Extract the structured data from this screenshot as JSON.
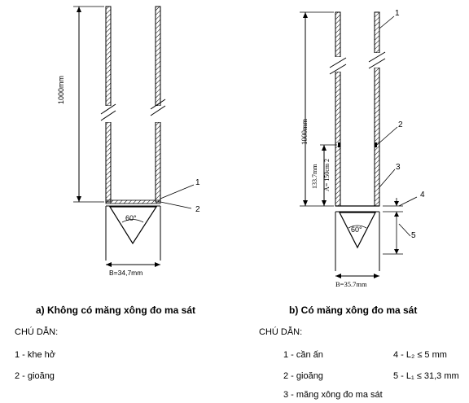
{
  "fig_a": {
    "length_dim": "1000mm",
    "angle": "60°",
    "width_dim": "B=34,7mm",
    "callouts": [
      "1",
      "2"
    ],
    "caption": "a) Không có măng xông đo ma sát",
    "legend_title": "CHÚ DẪN:",
    "legend_items": [
      "1 - khe hở",
      "2 - gioăng"
    ]
  },
  "fig_b": {
    "length_dim": "1000mm",
    "inner_dim_1": "133.7mm",
    "inner_dim_2": "A= 150cm 2",
    "angle": "60°",
    "width_dim": "B=35.7mm",
    "callouts": [
      "1",
      "2",
      "3",
      "4",
      "5"
    ],
    "caption": "b) Có măng xông đo ma sát",
    "legend_title": "CHÚ DẪN:",
    "legend_items": [
      "1 - cần ấn",
      "2 - gioăng",
      "3 - măng xông đo ma sát"
    ],
    "legend_items_right": [
      "4 - L₂ ≤ 5 mm",
      "5 - L₁ ≤ 31,3 mm"
    ]
  }
}
